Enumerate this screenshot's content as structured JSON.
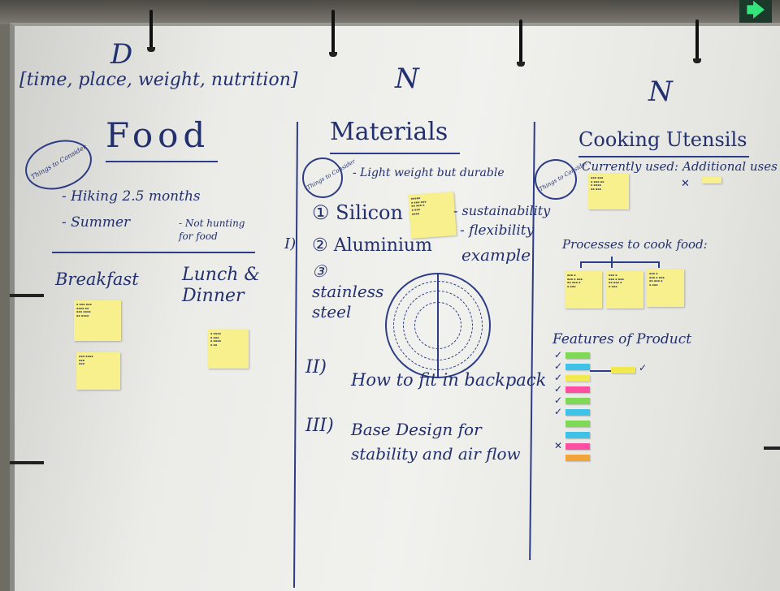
{
  "exit_sign": "🡆",
  "food": {
    "header_letter": "D",
    "criteria": "[time, place, weight, nutrition]",
    "title": "Food",
    "things_to_consider": "Things to Consider",
    "bullets": [
      "- Hiking 2.5 months",
      "- Summer",
      "- Not hunting for food"
    ],
    "breakfast": "Breakfast",
    "lunch_dinner": "Lunch & Dinner"
  },
  "materials": {
    "header_letter": "N",
    "title": "Materials",
    "things_to_consider": "Things to Consider",
    "consideration": "- Light weight but durable",
    "items": [
      "① Silicon",
      "② Aluminium",
      "③ stainless steel"
    ],
    "roman_one": "I)",
    "silicon_notes": [
      "- sustainability",
      "- flexibility"
    ],
    "example_label": "example",
    "sections": [
      {
        "roman": "II)",
        "text": "How to fit in backpack"
      },
      {
        "roman": "III)",
        "text": "Base Design for stability and air flow"
      }
    ]
  },
  "utensils": {
    "header_letter": "N",
    "title": "Cooking Utensils",
    "things_to_consider": "Things to Consider",
    "currently_used": "Currently used:",
    "additional_uses": "Additional uses",
    "x_mark": "✕",
    "processes": "Processes to cook food:",
    "features": "Features of Product"
  },
  "colors": {
    "marker": "#23306e",
    "sticky_yellow": "#f7f08c",
    "feature_flags": [
      "#7ed957",
      "#3fc2e8",
      "#f2e94e",
      "#ff4fa3",
      "#7ed957",
      "#3fc2e8",
      "#7ed957",
      "#3fc2e8",
      "#ff4fa3",
      "#f2a33a"
    ]
  }
}
